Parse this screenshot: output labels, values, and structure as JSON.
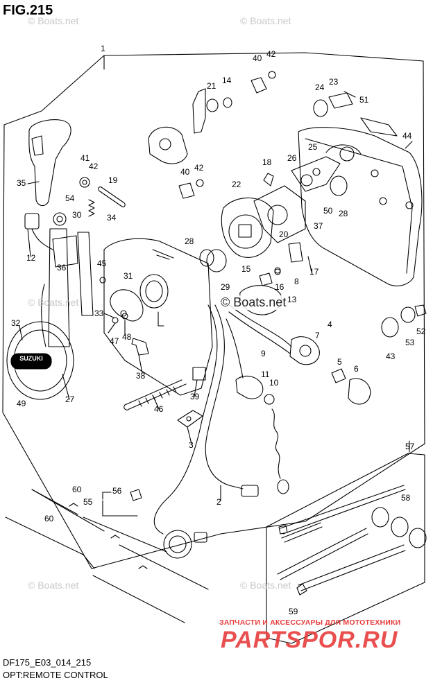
{
  "figure": {
    "title": "FIG.215",
    "model_code": "DF175_E03_014_215",
    "caption": "OPT:REMOTE CONTROL"
  },
  "watermarks": {
    "corner": "© Boats.net",
    "center": "© Boats.net"
  },
  "emblem_text": "SUZUKI",
  "seller": {
    "tagline": "ЗАПЧАСТИ И АКСЕССУАРЫ ДЛЯ МОТОТЕХНИКИ",
    "logo": "PARTSPOR.RU"
  },
  "callouts": [
    {
      "id": "c1",
      "text": "1"
    },
    {
      "id": "c2",
      "text": "2"
    },
    {
      "id": "c3",
      "text": "3"
    },
    {
      "id": "c4",
      "text": "4"
    },
    {
      "id": "c5",
      "text": "5"
    },
    {
      "id": "c6",
      "text": "6"
    },
    {
      "id": "c7",
      "text": "7"
    },
    {
      "id": "c8",
      "text": "8"
    },
    {
      "id": "c9",
      "text": "9"
    },
    {
      "id": "c10",
      "text": "10"
    },
    {
      "id": "c11",
      "text": "11"
    },
    {
      "id": "c12",
      "text": "12"
    },
    {
      "id": "c13",
      "text": "13"
    },
    {
      "id": "c14",
      "text": "14"
    },
    {
      "id": "c15",
      "text": "15"
    },
    {
      "id": "c16",
      "text": "16"
    },
    {
      "id": "c17",
      "text": "17"
    },
    {
      "id": "c18",
      "text": "18"
    },
    {
      "id": "c19",
      "text": "19"
    },
    {
      "id": "c20",
      "text": "20"
    },
    {
      "id": "c21",
      "text": "21"
    },
    {
      "id": "c22",
      "text": "22"
    },
    {
      "id": "c23",
      "text": "23"
    },
    {
      "id": "c24",
      "text": "24"
    },
    {
      "id": "c25",
      "text": "25"
    },
    {
      "id": "c26",
      "text": "26"
    },
    {
      "id": "c27",
      "text": "27"
    },
    {
      "id": "c28a",
      "text": "28"
    },
    {
      "id": "c28b",
      "text": "28"
    },
    {
      "id": "c29",
      "text": "29"
    },
    {
      "id": "c30",
      "text": "30"
    },
    {
      "id": "c31",
      "text": "31"
    },
    {
      "id": "c32",
      "text": "32"
    },
    {
      "id": "c33",
      "text": "33"
    },
    {
      "id": "c34",
      "text": "34"
    },
    {
      "id": "c35",
      "text": "35"
    },
    {
      "id": "c36",
      "text": "36"
    },
    {
      "id": "c37",
      "text": "37"
    },
    {
      "id": "c38",
      "text": "38"
    },
    {
      "id": "c39",
      "text": "39"
    },
    {
      "id": "c40a",
      "text": "40"
    },
    {
      "id": "c40b",
      "text": "40"
    },
    {
      "id": "c41",
      "text": "41"
    },
    {
      "id": "c42a",
      "text": "42"
    },
    {
      "id": "c42b",
      "text": "42"
    },
    {
      "id": "c42c",
      "text": "42"
    },
    {
      "id": "c43",
      "text": "43"
    },
    {
      "id": "c44",
      "text": "44"
    },
    {
      "id": "c45",
      "text": "45"
    },
    {
      "id": "c46",
      "text": "46"
    },
    {
      "id": "c47",
      "text": "47"
    },
    {
      "id": "c48",
      "text": "48"
    },
    {
      "id": "c49",
      "text": "49"
    },
    {
      "id": "c50",
      "text": "50"
    },
    {
      "id": "c51",
      "text": "51"
    },
    {
      "id": "c52",
      "text": "52"
    },
    {
      "id": "c53",
      "text": "53"
    },
    {
      "id": "c54",
      "text": "54"
    },
    {
      "id": "c55",
      "text": "55"
    },
    {
      "id": "c56",
      "text": "56"
    },
    {
      "id": "c57",
      "text": "57"
    },
    {
      "id": "c58",
      "text": "58"
    },
    {
      "id": "c59",
      "text": "59"
    },
    {
      "id": "c60a",
      "text": "60"
    },
    {
      "id": "c60b",
      "text": "60"
    }
  ]
}
